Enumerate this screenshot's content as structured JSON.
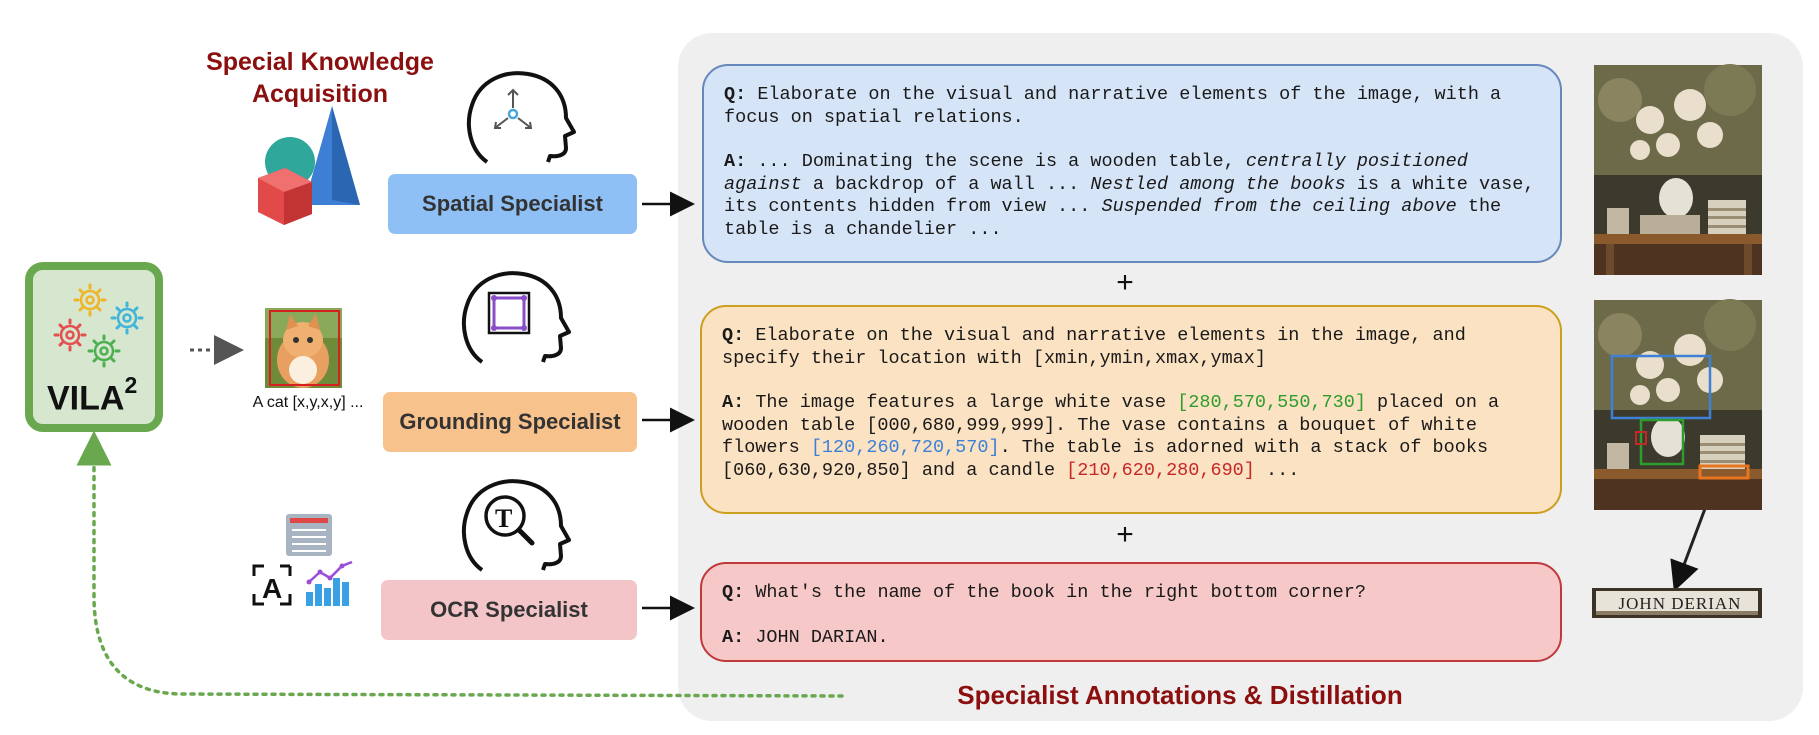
{
  "header": {
    "title": "Special Knowledge Acquisition"
  },
  "footer": {
    "title": "Specialist Annotations & Distillation"
  },
  "model": {
    "name": "VILA",
    "superscript": "2"
  },
  "grounding_example": {
    "caption": "A cat [x,y,x,y] ..."
  },
  "specialists": [
    {
      "label": "Spatial Specialist",
      "color": "#8fc0f5"
    },
    {
      "label": "Grounding Specialist",
      "color": "#f8c28c"
    },
    {
      "label": "OCR Specialist",
      "color": "#f4c5c8"
    }
  ],
  "qa": {
    "spatial": {
      "q_prefix": "Q:",
      "q_text": " Elaborate on the visual and narrative elements of the image, with a focus on spatial relations.",
      "a_prefix": "A:",
      "a_1": " ... Dominating the scene is a wooden table, ",
      "a_2": "centrally positioned against",
      "a_3": " a backdrop of a wall ... ",
      "a_4": "Nestled among the books",
      "a_5": " is a white vase, its contents hidden from view ... ",
      "a_6": "Suspended from the ceiling above",
      "a_7": " the table is a chandelier ..."
    },
    "grounding": {
      "q_prefix": "Q:",
      "q_text": " Elaborate on the visual and narrative elements in the image, and specify their location with [xmin,ymin,xmax,ymax]",
      "a_prefix": "A:",
      "a_1": " The image features a large white vase ",
      "a_2": "[280,570,550,730]",
      "a_3": " placed on a wooden table [000,680,999,999]. The vase contains a bouquet of white flowers ",
      "a_4": "[120,260,720,570]",
      "a_5": ". The table is adorned with a stack of books [060,630,920,850] and a candle ",
      "a_6": "[210,620,280,690]",
      "a_7": " ..."
    },
    "ocr": {
      "q_prefix": "Q:",
      "q_text": " What's the name of the book in the right bottom corner?",
      "a_prefix": "A:",
      "a_text": " JOHN DARIAN."
    }
  },
  "plus_sign": "+",
  "book_crop_text": "JOHN DERIAN",
  "colors": {
    "title": "#8b0f0f",
    "vila_border": "#6aa84f",
    "vila_fill": "#d6e6cf",
    "panel": "#efefef",
    "dotted_arrow": "#6aa84f",
    "box_blue": "#3d80d6",
    "box_green": "#2e9d2e",
    "box_orange": "#e8741e"
  },
  "icons": [
    "spatial-head-icon",
    "grounding-head-icon",
    "ocr-head-icon",
    "shapes-icon",
    "ocr-chart-icon",
    "gears-icon",
    "cat-photo"
  ]
}
